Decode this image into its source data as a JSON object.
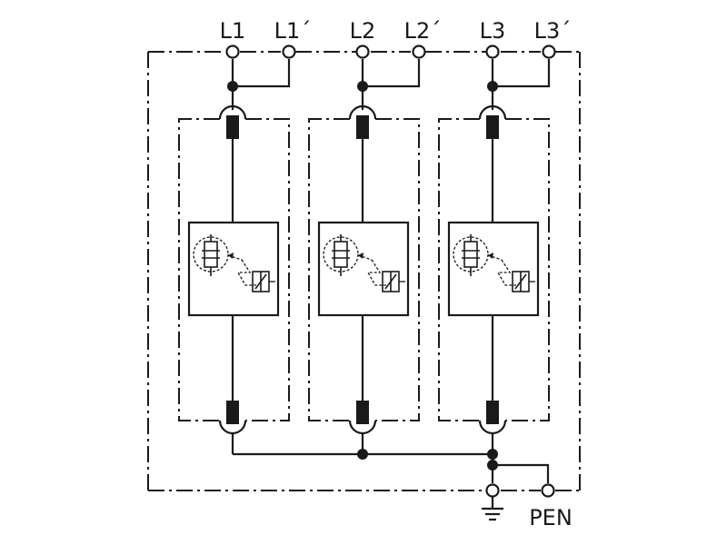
{
  "terminals": {
    "l1": "L1",
    "l1p": "L1´",
    "l2": "L2",
    "l2p": "L2´",
    "l3": "L3",
    "l3p": "L3´",
    "pen": "PEN"
  },
  "icons": {
    "ground": "ground-symbol",
    "arrester": "surge-arrester-spark-gap",
    "fuse": "fuse-element",
    "indicator": "status-indicator"
  },
  "colors": {
    "line": "#1a1a1a",
    "background": "#ffffff"
  }
}
